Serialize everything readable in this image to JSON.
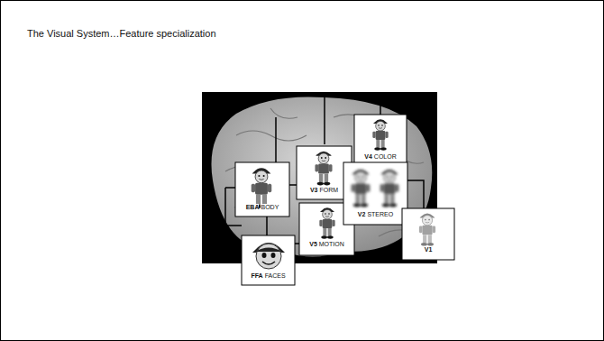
{
  "diagram": {
    "title": "The Visual System…Feature specialization",
    "nodes": [
      {
        "text": [
          "V4",
          "COLOR"
        ]
      },
      {
        "text": [
          "V3",
          "FORM"
        ]
      },
      {
        "text": [
          "EBA",
          "BODY"
        ]
      },
      {
        "text": [
          "V2",
          "STEREO"
        ]
      },
      {
        "text": [
          "V5",
          "MOTION"
        ]
      },
      {
        "text": [
          "V1"
        ]
      },
      {
        "text": [
          "FFA",
          "FACES"
        ]
      }
    ]
  }
}
